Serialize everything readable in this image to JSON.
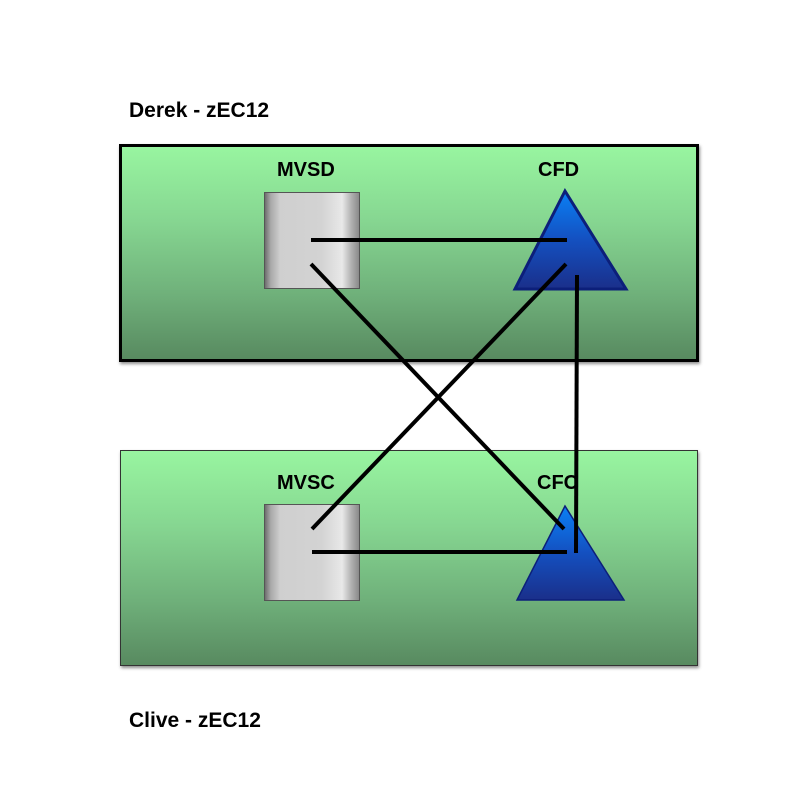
{
  "diagram": {
    "systems": [
      {
        "id": "derek",
        "label": "Derek - zEC12"
      },
      {
        "id": "clive",
        "label": "Clive - zEC12"
      }
    ],
    "nodes": [
      {
        "id": "mvsd",
        "label": "MVSD",
        "shape": "server-icon",
        "system": "derek"
      },
      {
        "id": "cfd",
        "label": "CFD",
        "shape": "triangle-icon",
        "system": "derek"
      },
      {
        "id": "mvsc",
        "label": "MVSC",
        "shape": "server-icon",
        "system": "clive"
      },
      {
        "id": "cfc",
        "label": "CFC",
        "shape": "triangle-icon",
        "system": "clive"
      }
    ],
    "links": [
      {
        "from": "mvsd",
        "to": "cfd"
      },
      {
        "from": "mvsd",
        "to": "cfc"
      },
      {
        "from": "mvsc",
        "to": "cfd"
      },
      {
        "from": "mvsc",
        "to": "cfc"
      },
      {
        "from": "cfd",
        "to": "cfc"
      }
    ],
    "colors": {
      "box_top": "#98f5a0",
      "box_bottom": "#588a60",
      "triangle_top": "#0a7cf0",
      "triangle_bottom": "#1a2f8a",
      "triangle_stroke": "#0c1f7a",
      "link": "#000000"
    }
  }
}
